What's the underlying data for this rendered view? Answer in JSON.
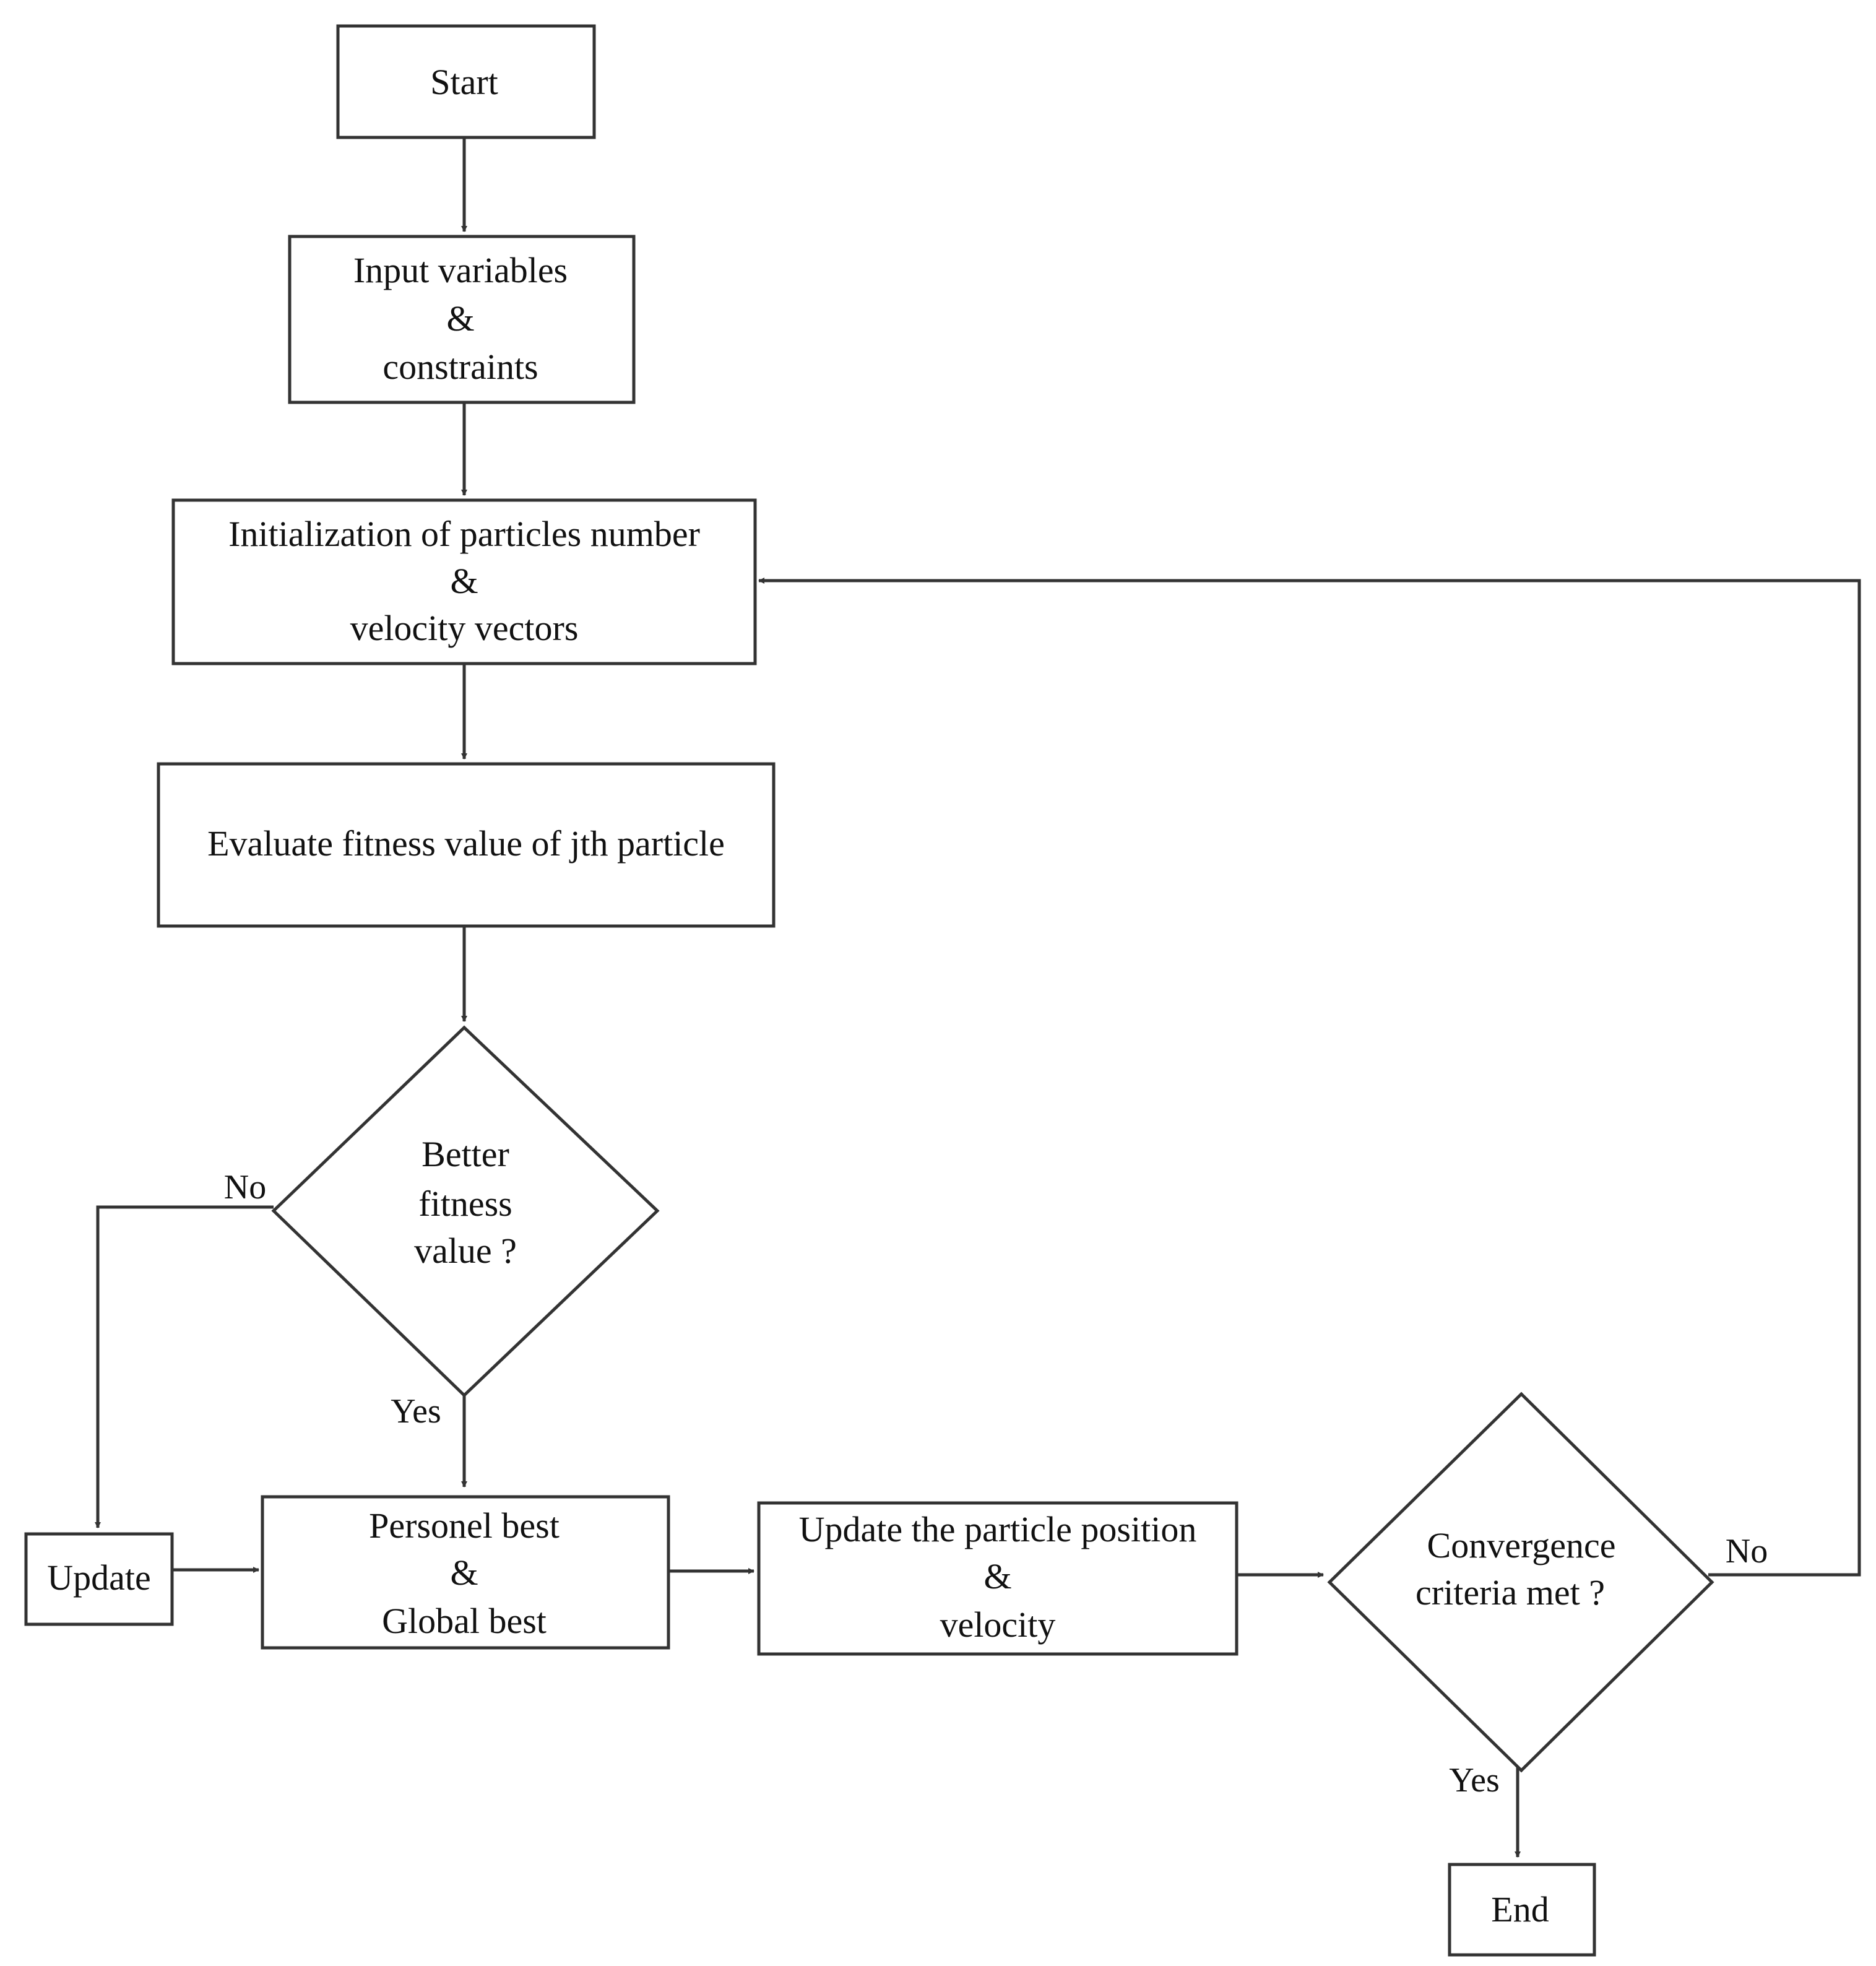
{
  "flowchart": {
    "start": "Start",
    "input": [
      "Input variables",
      "&",
      "constraints"
    ],
    "init": [
      "Initialization of particles number",
      "&",
      "velocity vectors"
    ],
    "evaluate": "Evaluate fitness value of jth particle",
    "decision_fitness": [
      "Better",
      "fitness",
      "value ?"
    ],
    "update": "Update",
    "best": [
      "Personel best",
      "&",
      "Global best"
    ],
    "update_position": [
      "Update the particle position",
      "&",
      "velocity"
    ],
    "decision_convergence": [
      "Convergence",
      "criteria met ?"
    ],
    "end": "End",
    "labels": {
      "fitness_no": "No",
      "fitness_yes": "Yes",
      "convergence_no": "No",
      "convergence_yes": "Yes"
    }
  }
}
